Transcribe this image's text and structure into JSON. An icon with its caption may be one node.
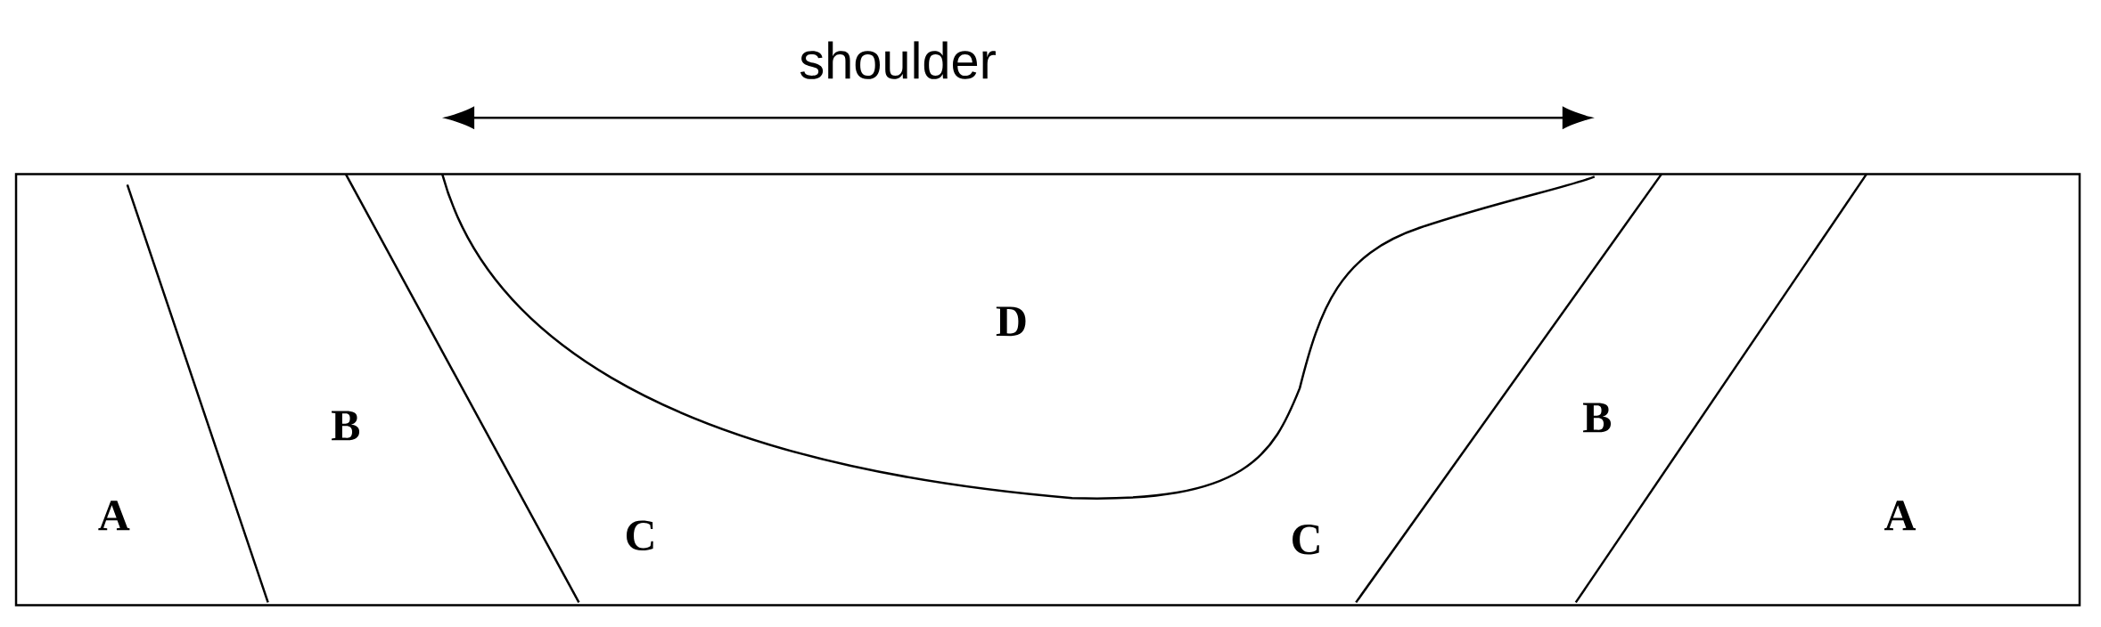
{
  "diagram": {
    "labels": [
      "shoulder",
      "D",
      "B",
      "B",
      "A",
      "C",
      "C",
      "A"
    ]
  }
}
